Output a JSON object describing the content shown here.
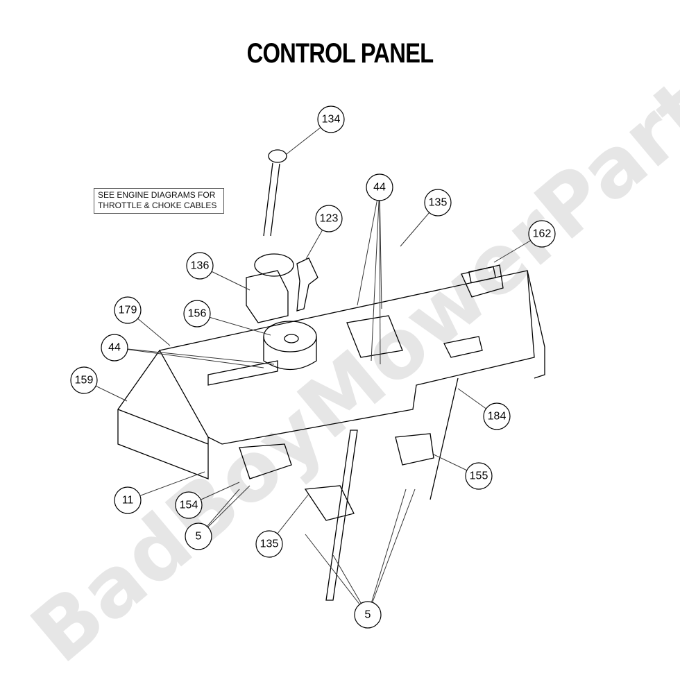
{
  "title": "CONTROL PANEL",
  "note": {
    "line1": "SEE ENGINE DIAGRAMS FOR",
    "line2": "THROTTLE & CHOKE CABLES"
  },
  "watermark": "BadBoyMowerParts.com",
  "callouts": [
    "134",
    "44",
    "135",
    "162",
    "123",
    "136",
    "179",
    "156",
    "44",
    "159",
    "184",
    "155",
    "11",
    "154",
    "5",
    "135",
    "5"
  ],
  "colors": {
    "line": "#000000",
    "watermark": "#e6e6e6",
    "background": "#ffffff"
  }
}
